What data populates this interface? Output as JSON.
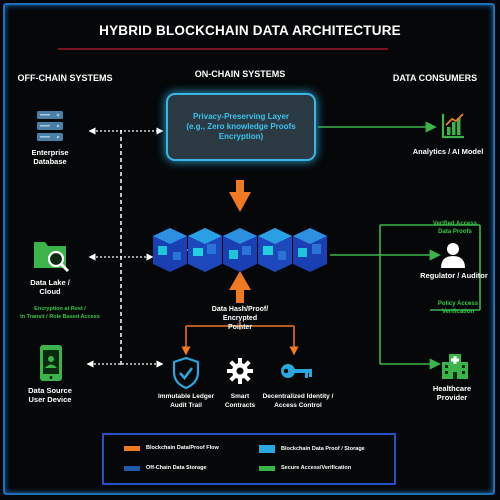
{
  "title": "HYBRID BLOCKCHAIN DATA ARCHITECTURE",
  "sections": {
    "off_chain": "OFF-CHAIN SYSTEMS",
    "on_chain": "ON-CHAIN SYSTEMS",
    "consumers": "DATA CONSUMERS"
  },
  "off_chain": {
    "enterprise_db": "Enterprise\nDatabase",
    "data_lake": "Data Lake /\nCloud",
    "data_lake_note": "Encryption at Rest /\nIn Transit / Role Based Access",
    "data_source": "Data Source\nUser Device"
  },
  "on_chain": {
    "privacy_layer": "Privacy-Preserving Layer\n(e.g., Zero knowledge Proofs\nEncryption)",
    "pointer": "Data Hash/Proof/\nEncrypted\nPointer",
    "ledger": "Immutable Ledger\nAudit Trail",
    "contracts": "Smart\nContracts",
    "identity": "Decentralized Identity /\nAccess Control"
  },
  "consumers": {
    "analytics": "Analytics / AI Model",
    "regulator": "Regulator / Auditor",
    "healthcare": "Healthcare\nProvider",
    "verified_note": "Verified Access\nData Proofs",
    "policy_note": "Policy  Access\nVerification"
  },
  "legend": {
    "flow": "Blockchain Data/Proof Flow",
    "storage": "Blockchain Data Proof / Storage",
    "offchain": "Off-Chain Data Storage",
    "secure": "Secure Access/Verification"
  },
  "colors": {
    "orange": "#f07a22",
    "cyan": "#2ba6de",
    "navy": "#1f5ba8",
    "green": "#3bb54a"
  },
  "icons": [
    "database-icon",
    "folder-search-icon",
    "phone-icon",
    "shield-check-icon",
    "gear-icon",
    "key-icon",
    "chart-icon",
    "user-icon",
    "hospital-icon",
    "blockchain-cube-icon"
  ]
}
